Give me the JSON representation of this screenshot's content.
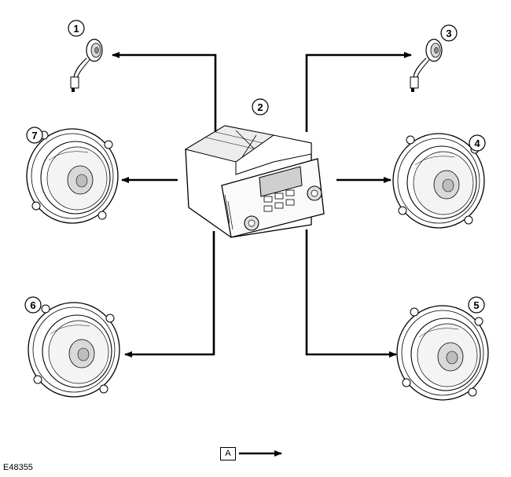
{
  "figure_id": "E48355",
  "legend": {
    "label": "A"
  },
  "callouts": [
    "1",
    "2",
    "3",
    "4",
    "5",
    "6",
    "7"
  ],
  "colors": {
    "line": "#000000",
    "fill": "#ffffff",
    "shade": "#d9d9d9"
  }
}
